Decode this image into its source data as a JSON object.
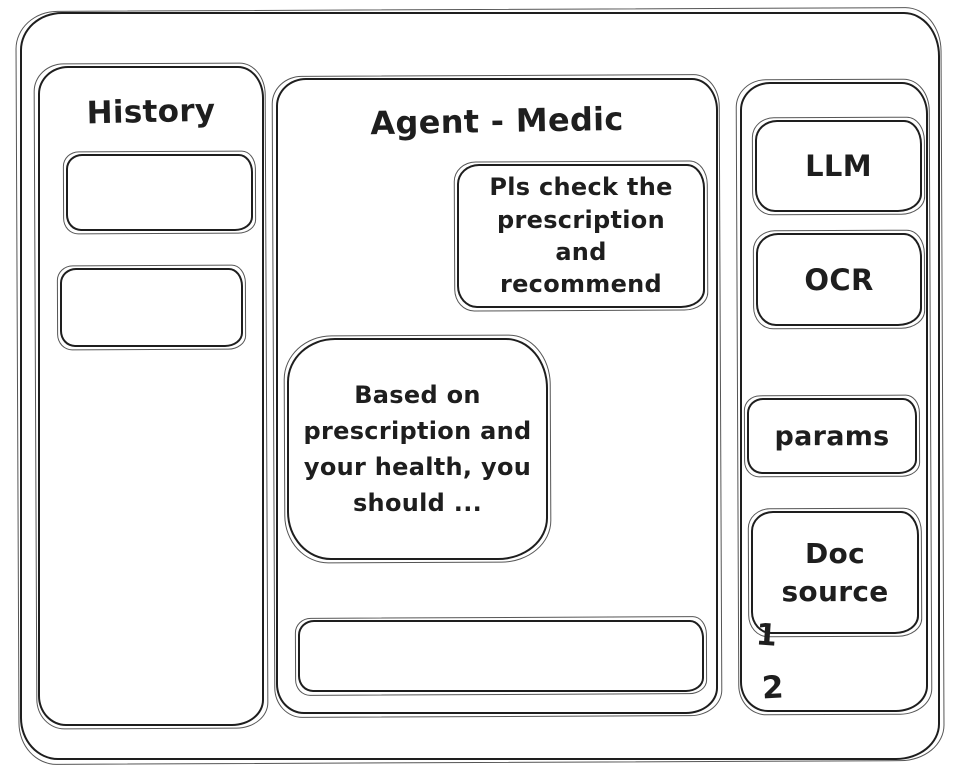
{
  "colors": {
    "stroke": "#1e1e1e",
    "background": "#ffffff"
  },
  "left_sidebar": {
    "title": "History",
    "items": [
      {
        "label": ""
      },
      {
        "label": ""
      }
    ]
  },
  "chat": {
    "title": "Agent - Medic",
    "messages": [
      {
        "role": "user",
        "text": "Pls check the prescription and recommend"
      },
      {
        "role": "assistant",
        "text": "Based on prescription and your health, you should ..."
      }
    ],
    "input": {
      "value": "",
      "placeholder": ""
    }
  },
  "right_sidebar": {
    "buttons": [
      {
        "label": "LLM"
      },
      {
        "label": "OCR"
      },
      {
        "label": "params"
      },
      {
        "label": "Doc source"
      }
    ],
    "list_items": [
      {
        "label": "1"
      },
      {
        "label": "2"
      }
    ]
  }
}
